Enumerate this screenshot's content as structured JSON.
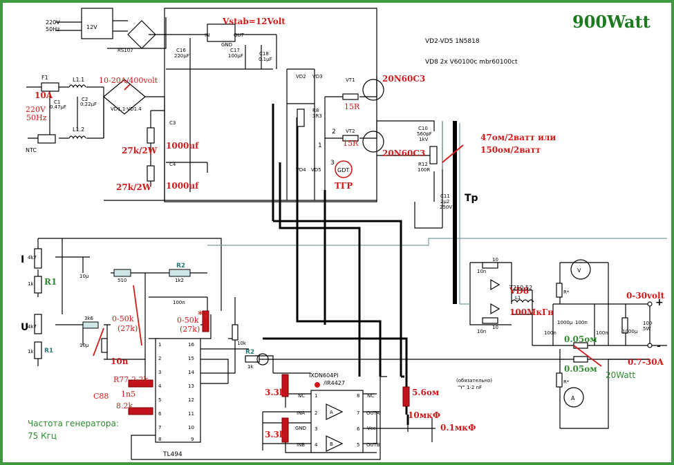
{
  "title": "900Watt",
  "notes": {
    "vd2_vd5": "VD2-VD5 1N5818",
    "vd8": "VD8 2x V60100c mbr60100ct",
    "vstab": "Vstab=12Volt",
    "fuse_rating": "10-20A/400volt",
    "gen_freq_label": "Частота генератора:",
    "gen_freq_value": "75 Кгц",
    "snubber": "47ом/2ватт или",
    "snubber2": "150ом/2ватт",
    "mandatory": "(обязательно)",
    "y_cap": "\"Y\" 1-2 nF"
  },
  "supply": {
    "ac_in": "220V",
    "ac_freq": "50Hz",
    "trafo_out": "12V",
    "bridge": "RS107",
    "reg_in": "IN",
    "reg_out": "OUT",
    "reg_gnd": "GND",
    "c16": "C16",
    "c16v": "220µF",
    "c17": "C17",
    "c17v": "100µF",
    "c18": "C18",
    "c18v": "0.1µF"
  },
  "mains": {
    "fuse": "F1",
    "fuse_a": "10A",
    "l11": "L1.1",
    "l12": "L1.2",
    "c1": "C1",
    "c1v": "0.47µF",
    "c2": "C2",
    "c2v": "0.22µF",
    "ntc": "NTC",
    "v220": "220V",
    "hz": "50Hz",
    "bridge": "VD1.1-VD1.4",
    "c3": "C3",
    "c4": "C4",
    "c3v": "1000uf",
    "c4v": "1000uf",
    "r27a": "27k/2W",
    "r27b": "27k/2W"
  },
  "power": {
    "vt1": "VT1",
    "vt2": "VT2",
    "q1": "20N60C3",
    "q2": "20N60C3",
    "r15a": "15R",
    "r15b": "15R",
    "r8": "R8",
    "r8v": "3R3",
    "vd2": "VD2",
    "vd3": "VD3",
    "vd4": "VD4",
    "vd5": "VD5",
    "gdt": "GDT",
    "tgr": "ТГР",
    "c10": "C10",
    "c10v": "560pF",
    "c10k": "1kV",
    "r12": "R12",
    "r12v": "100R",
    "c11": "C11",
    "c11v": "2µ2",
    "c11k": "250V",
    "tp": "Tp",
    "n1": "1",
    "n2": "2",
    "n3": "3"
  },
  "output": {
    "vd8": "VD8",
    "choke": "T250-52",
    "l1": "L1",
    "l1v": "100МкГн",
    "c10n_a": "10n",
    "c10n_b": "10n",
    "r10_a": "10",
    "r10_b": "10",
    "c100n_a": "100n",
    "c100n_b": "100n",
    "c1000a": "1000µ",
    "c1000b": "1000µ",
    "c100n_c": "100n",
    "r100": "100",
    "r5w": "5W",
    "rstar1": "R*",
    "rstar2": "R*",
    "volt": "V",
    "amp": "A",
    "shunt1": "0.05ом",
    "shunt2": "0.05ом",
    "shunt_w": "20Watt",
    "vout": "0-30volt",
    "iout": "0.7-30A",
    "plus": "+",
    "minus": "-"
  },
  "control": {
    "i_label": "I",
    "u_label": "U",
    "r1a": "R1",
    "r1b": "R1",
    "p4k7a": "4k7",
    "p4k7b": "4k7",
    "k1a": "1k",
    "k1b": "1k",
    "c10u_a": "10µ",
    "c10u_b": "10µ",
    "r510": "510",
    "r2a": "R2",
    "r2av": "1k2",
    "r2b": "R2",
    "r2bv": "1k",
    "r3k6": "3k6",
    "c10n": "10n",
    "c100n": "100n",
    "pot1": "0-50k",
    "pot1b": "(27k)",
    "pot2": "0-50k",
    "pot2b": "(27k)",
    "star": "*",
    "r10k": "10k",
    "r77": "R77",
    "r22k": "2.2k",
    "c88": "C88",
    "c1n5": "1n5",
    "r82k": "8.2k",
    "tl494": "TL494",
    "r33a": "3.3k",
    "r33b": "3.3k",
    "r56": "5.6ом",
    "c10mk": "10мкФ",
    "c01mk": "0.1мкФ",
    "drv": "IXDN604PI",
    "drv2": "/IR4427",
    "nc1": "NC",
    "ina": "INA",
    "gnd": "GND",
    "inb": "INB",
    "nc2": "NC",
    "outa": "OUTA",
    "vdd": "Vcc",
    "outb": "OUTB",
    "ga": "A",
    "gb": "B",
    "pins_l": [
      "1",
      "2",
      "3",
      "4",
      "5",
      "6",
      "7",
      "8"
    ],
    "pins_r": [
      "16",
      "15",
      "14",
      "13",
      "12",
      "11",
      "10",
      "9"
    ],
    "dpins_l": [
      "1",
      "2",
      "3",
      "4"
    ],
    "dpins_r": [
      "8",
      "7",
      "6",
      "5"
    ]
  }
}
